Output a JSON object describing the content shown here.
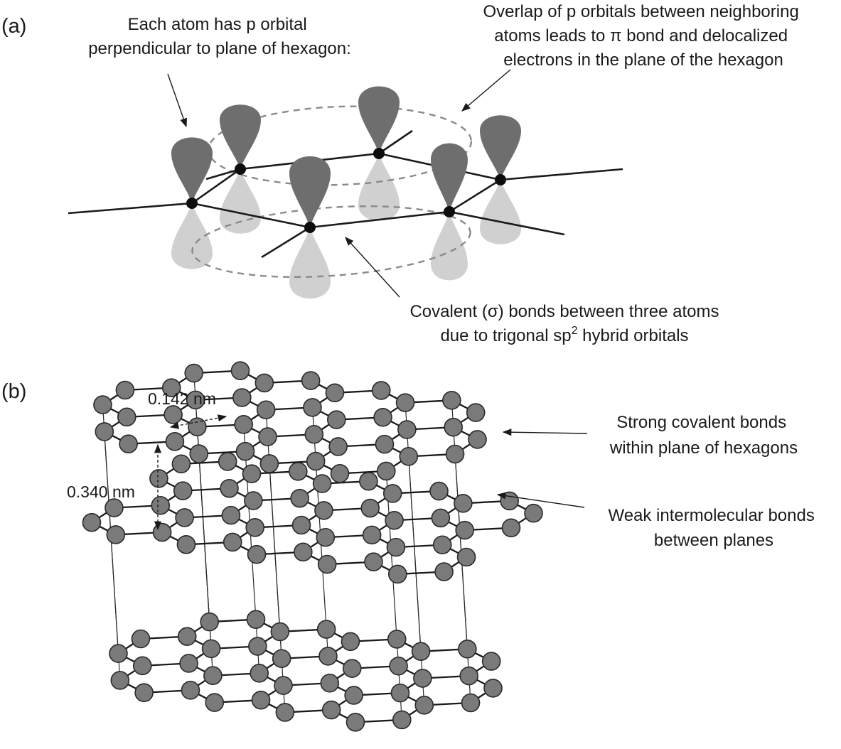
{
  "panel_a": {
    "label": "(a)",
    "note_p_orbital": [
      "Each atom has p orbital",
      "perpendicular to plane of hexagon:"
    ],
    "note_overlap": [
      "Overlap of p orbitals between neighboring",
      "atoms leads to π bond and delocalized",
      "electrons in the plane of the hexagon"
    ],
    "note_covalent": {
      "line1": "Covalent (σ) bonds between three atoms",
      "line2_prefix": "due to trigonal sp",
      "line2_sup": "2",
      "line2_suffix": " hybrid orbitals"
    }
  },
  "panel_b": {
    "label": "(b)",
    "dim_in_plane": "0.142 nm",
    "dim_between_planes": "0.340 nm",
    "note_strong": [
      "Strong covalent bonds",
      "within plane of hexagons"
    ],
    "note_weak": [
      "Weak intermolecular bonds",
      "between planes"
    ]
  },
  "colors": {
    "lobe_upper": "#6e6e6e",
    "lobe_lower": "#d0d0d0",
    "atom_ball": "#7a7a7a",
    "ring_dash": "#8a8a8a"
  }
}
